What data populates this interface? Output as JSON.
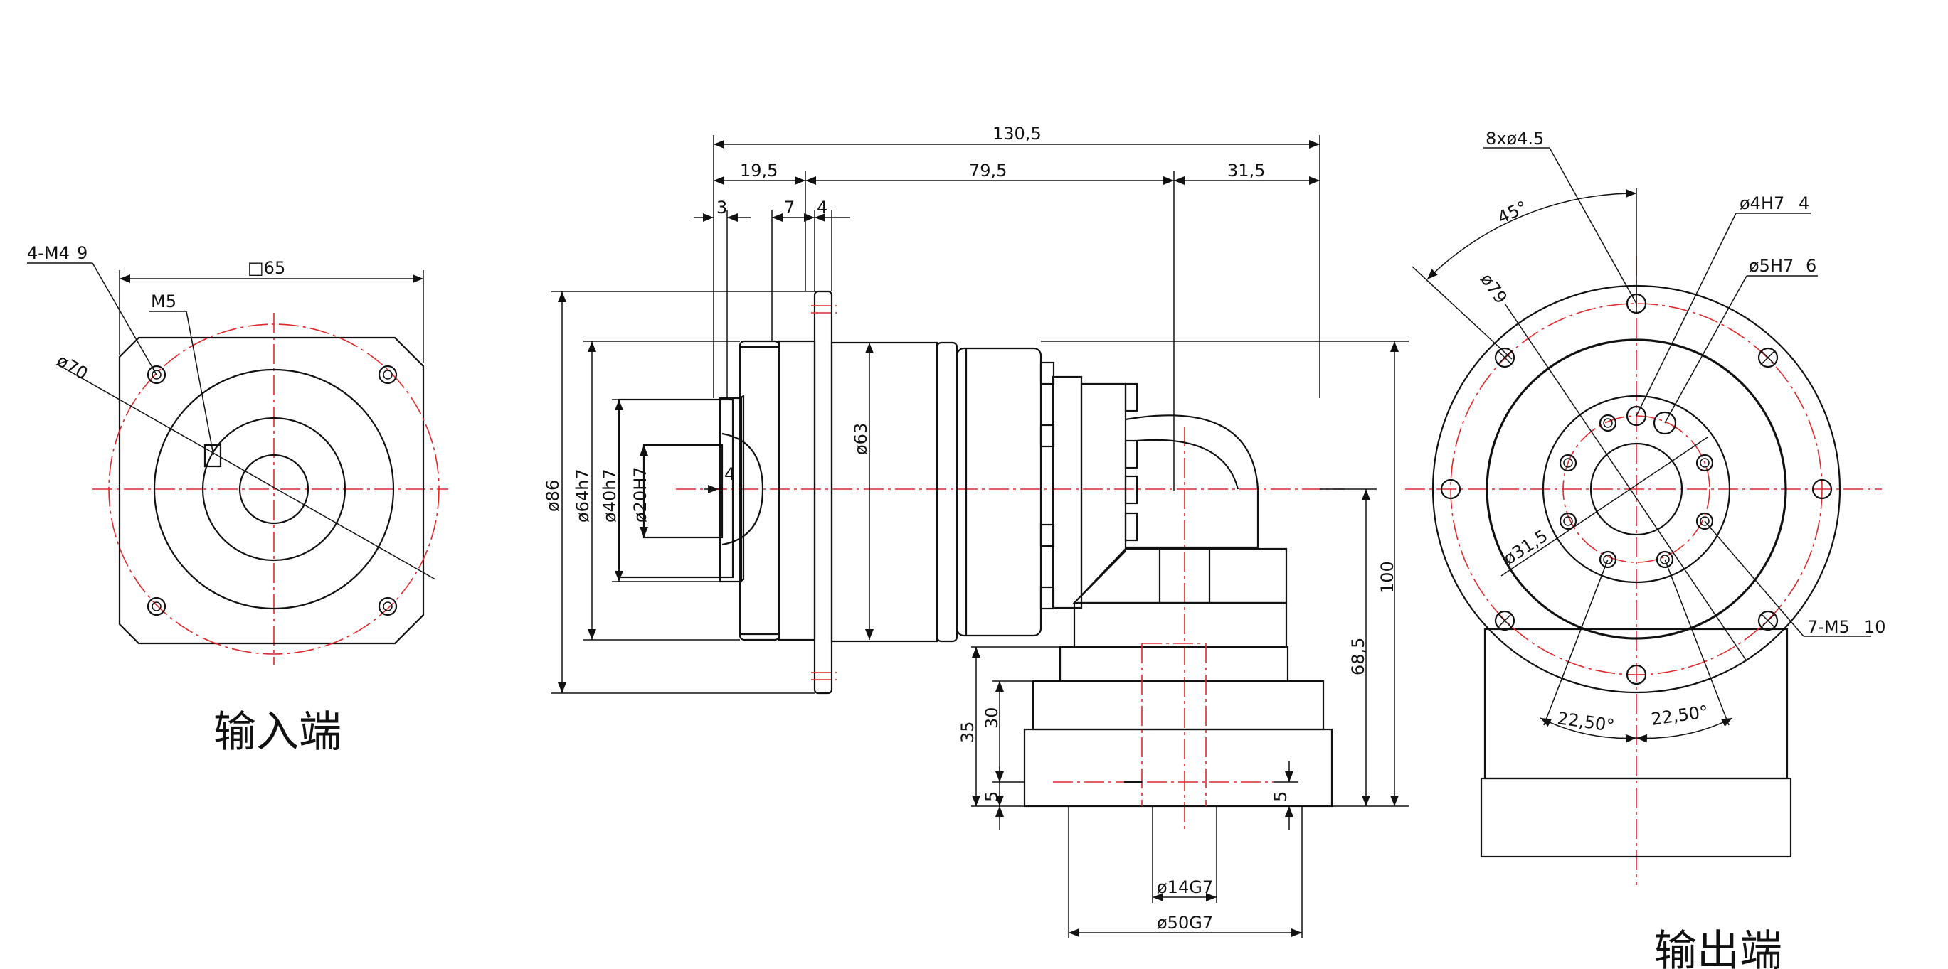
{
  "colors": {
    "outline": "#111111",
    "centerline": "#e0282b",
    "background": "#ffffff"
  },
  "input_view": {
    "caption": "输入端",
    "labels": {
      "tapped_holes": "4-M4",
      "tapped_depth": "9",
      "set_screw": "M5",
      "pcd": "ø70",
      "square": "□65"
    }
  },
  "side_view": {
    "dims": {
      "overall_length": "130,5",
      "flange_offset": "19,5",
      "body_length": "79,5",
      "output_offset": "31,5",
      "d1": "3",
      "d2": "7",
      "d3": "4",
      "key": "4",
      "flange_dia": "ø86",
      "pilot": "ø64h7",
      "bore_a": "ø40h7",
      "bore_b": "ø20H7",
      "body_dia": "ø63",
      "h100": "100",
      "h68": "68,5",
      "h35": "35",
      "h30": "30",
      "h5a": "5",
      "h5b": "5",
      "shaft": "ø14G7",
      "spigot": "ø50G7"
    }
  },
  "output_view": {
    "caption": "输出端",
    "labels": {
      "holes": "8xø4.5",
      "angle45": "45°",
      "pcd79": "ø79",
      "pin4": "ø4H7",
      "pin4_depth": "4",
      "pin5": "ø5H7",
      "pin5_depth": "6",
      "pcd31": "ø31,5",
      "tapped": "7-M5",
      "tapped_depth": "10",
      "angle_a": "22,50°",
      "angle_b": "22,50°"
    }
  }
}
